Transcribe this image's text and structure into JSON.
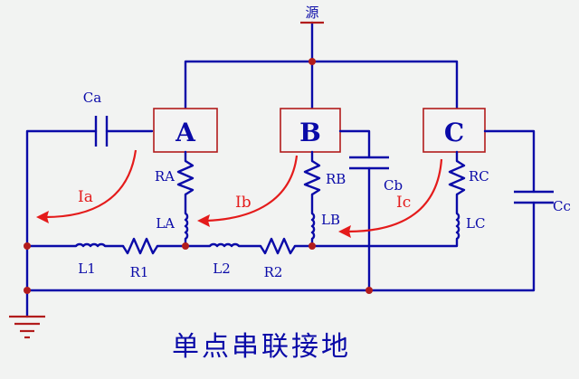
{
  "source_label": "源",
  "boxes": {
    "a": "A",
    "b": "B",
    "c": "C"
  },
  "resistors": {
    "ra": "RA",
    "rb": "RB",
    "rc": "RC",
    "r1": "R1",
    "r2": "R2"
  },
  "inductors": {
    "la": "LA",
    "lb": "LB",
    "lc": "LC",
    "l1": "L1",
    "l2": "L2"
  },
  "capacitors": {
    "ca": "Ca",
    "cb": "Cb",
    "cc": "Cc"
  },
  "currents": {
    "ia": "Ia",
    "ib": "Ib",
    "ic": "Ic"
  },
  "caption": "单点串联接地",
  "colors": {
    "wire": "#0a0aa8",
    "box_border": "#b21c1c",
    "current_arrow": "#e41b1b",
    "ground": "#b21c1c",
    "background": "#f2f3f2"
  }
}
